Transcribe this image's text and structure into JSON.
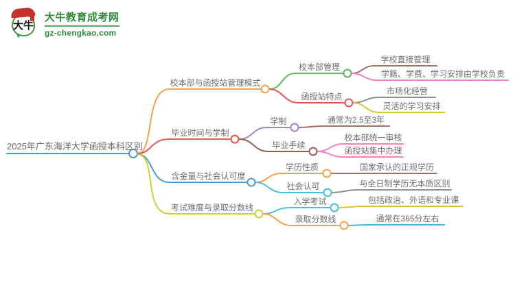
{
  "logo": {
    "title": "大牛教育成考网",
    "domain": "gz-chengkao.com",
    "icon_text": "大牛",
    "brand_color": "#2e8b3a",
    "accent_red": "#c5342c"
  },
  "mindmap": {
    "text_color": "#6e6e6e",
    "root": {
      "label": "2025年广东海洋大学函授本科区别",
      "color": "#4f96d5"
    },
    "branches": [
      {
        "label": "校本部与函授站管理模式",
        "color": "#f7a04a",
        "children": [
          {
            "label": "校本部管理",
            "color": "#5cb85d",
            "children": [
              {
                "label": "学校直接管理",
                "color": "#a2706a"
              },
              {
                "label": "学籍、学费、学习安排由学校负责",
                "color": "#ee83c3"
              }
            ]
          },
          {
            "label": "函授站特点",
            "color": "#e8534f",
            "children": [
              {
                "label": "市场化经营",
                "color": "#8f8f8f"
              },
              {
                "label": "灵活的学习安排",
                "color": "#cfc733"
              }
            ]
          }
        ]
      },
      {
        "label": "毕业时间与学制",
        "color": "#e8534f",
        "children": [
          {
            "label": "学制",
            "color": "#9d85cb",
            "children": [
              {
                "label": "通常为2.5至3年",
                "color": "#a2706a"
              }
            ]
          },
          {
            "label": "毕业手续",
            "color": "#9e5a50",
            "children": [
              {
                "label": "校本部统一审核",
                "color": "#ee83c3"
              },
              {
                "label": "函授站集中办理",
                "color": "#ee83c3"
              }
            ]
          }
        ]
      },
      {
        "label": "含金量与社会认可度",
        "color": "#4f96d5",
        "children": [
          {
            "label": "学历性质",
            "color": "#f7a04a",
            "children": [
              {
                "label": "国家承认的正规学历",
                "color": "#a2706a"
              }
            ]
          },
          {
            "label": "社会认可",
            "color": "#46c3d7",
            "children": [
              {
                "label": "与全日制学历无本质区别",
                "color": "#8f8f8f"
              }
            ]
          }
        ]
      },
      {
        "label": "考试难度与录取分数线",
        "color": "#cbd32f",
        "children": [
          {
            "label": "入学考试",
            "color": "#46c3d7",
            "children": [
              {
                "label": "包括政治、外语和专业课",
                "color": "#cfc733"
              }
            ]
          },
          {
            "label": "录取分数线",
            "color": "#f7a04a",
            "children": [
              {
                "label": "通常在365分左右",
                "color": "#3ab6e9"
              }
            ]
          }
        ]
      }
    ]
  }
}
